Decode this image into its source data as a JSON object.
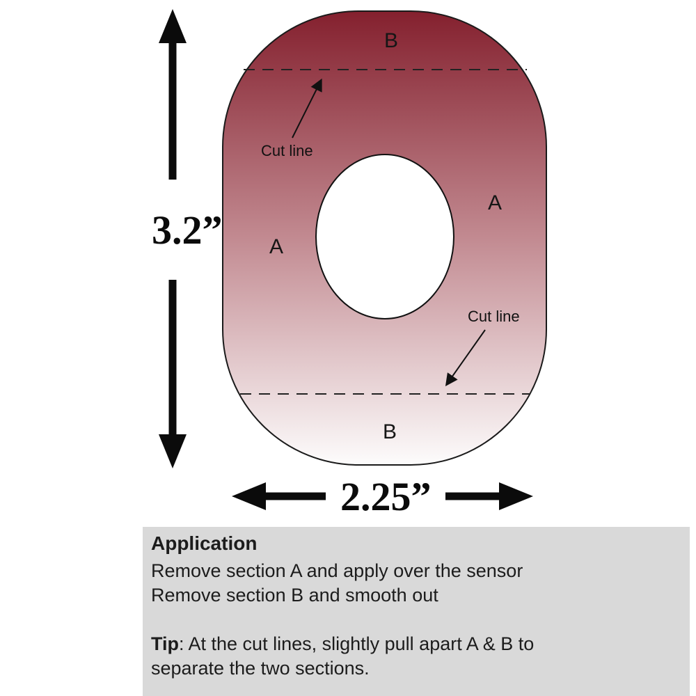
{
  "diagram": {
    "height_label": "3.2”",
    "width_label": "2.25”",
    "section_b_top": "B",
    "section_b_bottom": "B",
    "section_a_right": "A",
    "section_a_left": "A",
    "cut_line_top": "Cut line",
    "cut_line_bottom": "Cut line",
    "colors": {
      "patch_top": "#84202e",
      "patch_middle": "#c28a91",
      "patch_bottom": "#fdfcfc",
      "outline": "#1a1a1a",
      "arrow": "#0b0b0b",
      "panel_background": "#d9d9d9"
    }
  },
  "application": {
    "title": "Application",
    "line1": "Remove section A and apply over the sensor",
    "line2": "Remove section B and smooth out",
    "tip_label": "Tip",
    "tip_text": ": At the cut lines, slightly pull apart A & B to separate the two sections."
  }
}
